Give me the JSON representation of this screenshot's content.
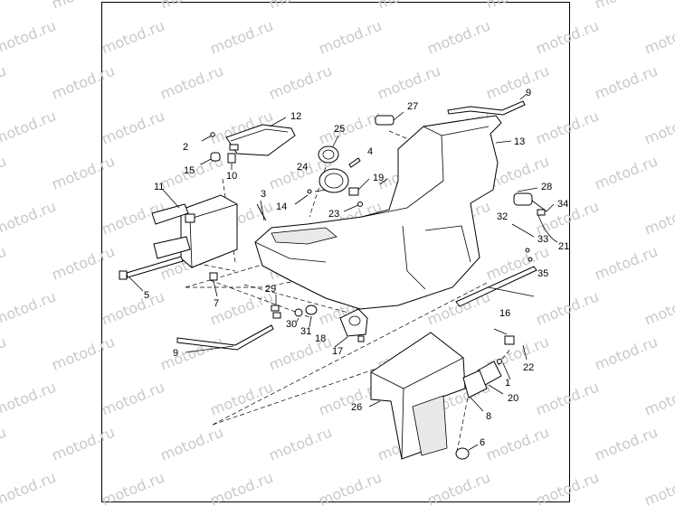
{
  "watermark": {
    "text": "motod.ru",
    "color": "#c9c9c9"
  },
  "callouts": [
    {
      "id": "c1",
      "text": "1"
    },
    {
      "id": "c2",
      "text": "2"
    },
    {
      "id": "c3",
      "text": "3"
    },
    {
      "id": "c4",
      "text": "4"
    },
    {
      "id": "c5",
      "text": "5"
    },
    {
      "id": "c6",
      "text": "6"
    },
    {
      "id": "c7",
      "text": "7"
    },
    {
      "id": "c8",
      "text": "8"
    },
    {
      "id": "c9a",
      "text": "9"
    },
    {
      "id": "c9b",
      "text": "9"
    },
    {
      "id": "c10",
      "text": "10"
    },
    {
      "id": "c11",
      "text": "11"
    },
    {
      "id": "c12",
      "text": "12"
    },
    {
      "id": "c13",
      "text": "13"
    },
    {
      "id": "c14",
      "text": "14"
    },
    {
      "id": "c15",
      "text": "15"
    },
    {
      "id": "c16",
      "text": "16"
    },
    {
      "id": "c17",
      "text": "17"
    },
    {
      "id": "c18",
      "text": "18"
    },
    {
      "id": "c19",
      "text": "19"
    },
    {
      "id": "c20",
      "text": "20"
    },
    {
      "id": "c21",
      "text": "21"
    },
    {
      "id": "c22",
      "text": "22"
    },
    {
      "id": "c23",
      "text": "23"
    },
    {
      "id": "c24",
      "text": "24"
    },
    {
      "id": "c25",
      "text": "25"
    },
    {
      "id": "c26",
      "text": "26"
    },
    {
      "id": "c27",
      "text": "27"
    },
    {
      "id": "c28",
      "text": "28"
    },
    {
      "id": "c29",
      "text": "29"
    },
    {
      "id": "c30",
      "text": "30"
    },
    {
      "id": "c31",
      "text": "31"
    },
    {
      "id": "c32",
      "text": "32"
    },
    {
      "id": "c33",
      "text": "33"
    },
    {
      "id": "c34",
      "text": "34"
    },
    {
      "id": "c35",
      "text": "35"
    }
  ]
}
